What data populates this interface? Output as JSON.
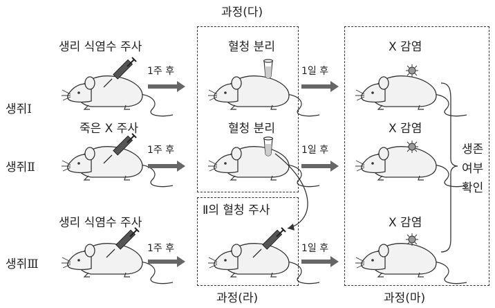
{
  "process_labels": {
    "da": "과정(다)",
    "ra": "과정(라)",
    "ma": "과정(마)"
  },
  "rats": [
    {
      "label": "생쥐Ⅰ",
      "treatment": "생리 식염수 주사",
      "wait1": "1주 후",
      "process_text": "혈청 분리",
      "wait2": "1일 후",
      "infection": "X 감염"
    },
    {
      "label": "생쥐Ⅱ",
      "treatment": "죽은 X 주사",
      "wait1": "1주 후",
      "process_text": "혈청 분리",
      "wait2": "1일 후",
      "infection": "X 감염"
    },
    {
      "label": "생쥐Ⅲ",
      "treatment": "생리 식염수 주사",
      "wait1": "1주 후",
      "process_text": "Ⅱ의 혈청 주사",
      "wait2": "1일 후",
      "infection": "X 감염"
    }
  ],
  "result": {
    "line1": "생존",
    "line2": "여부",
    "line3": "확인"
  },
  "colors": {
    "arrow": "#666666",
    "box": "#333333",
    "mouse_fill": "#f2f2f2",
    "mouse_stroke": "#333333"
  }
}
